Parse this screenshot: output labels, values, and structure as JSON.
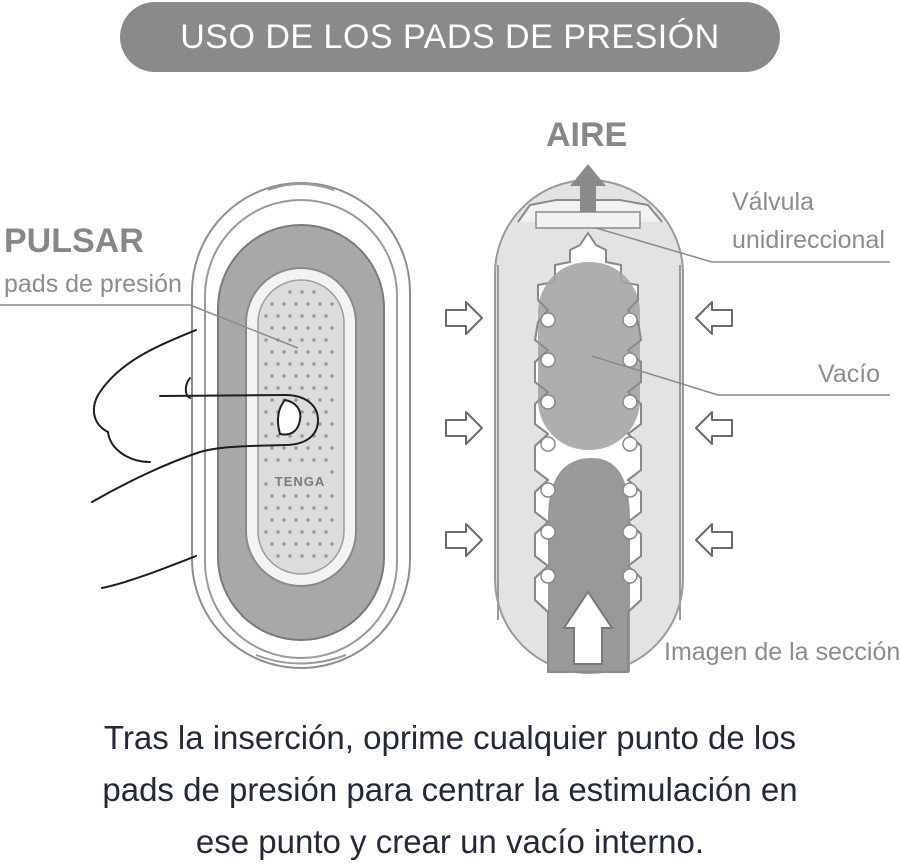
{
  "header": {
    "title": "USO DE LOS PADS DE PRESIÓN"
  },
  "labels": {
    "pulsar": "PULSAR",
    "pads": "pads de presión",
    "aire": "AIRE",
    "valvula_line1": "Válvula",
    "valvula_line2": "unidireccional",
    "vacio": "Vacío",
    "imagen": "Imagen de la sección"
  },
  "device": {
    "logo": "TENGA"
  },
  "caption": {
    "line1": "Tras la inserción, oprime cualquier punto de los",
    "line2": "pads de presión para centrar la estimulación en",
    "line3": "ese punto y crear un vacío interno."
  },
  "colors": {
    "pill": "#8a8a8a",
    "label": "#8c8c8c",
    "caption": "#222a3a",
    "pad": "#d9d9d9",
    "shell": "#a8a8a8"
  }
}
